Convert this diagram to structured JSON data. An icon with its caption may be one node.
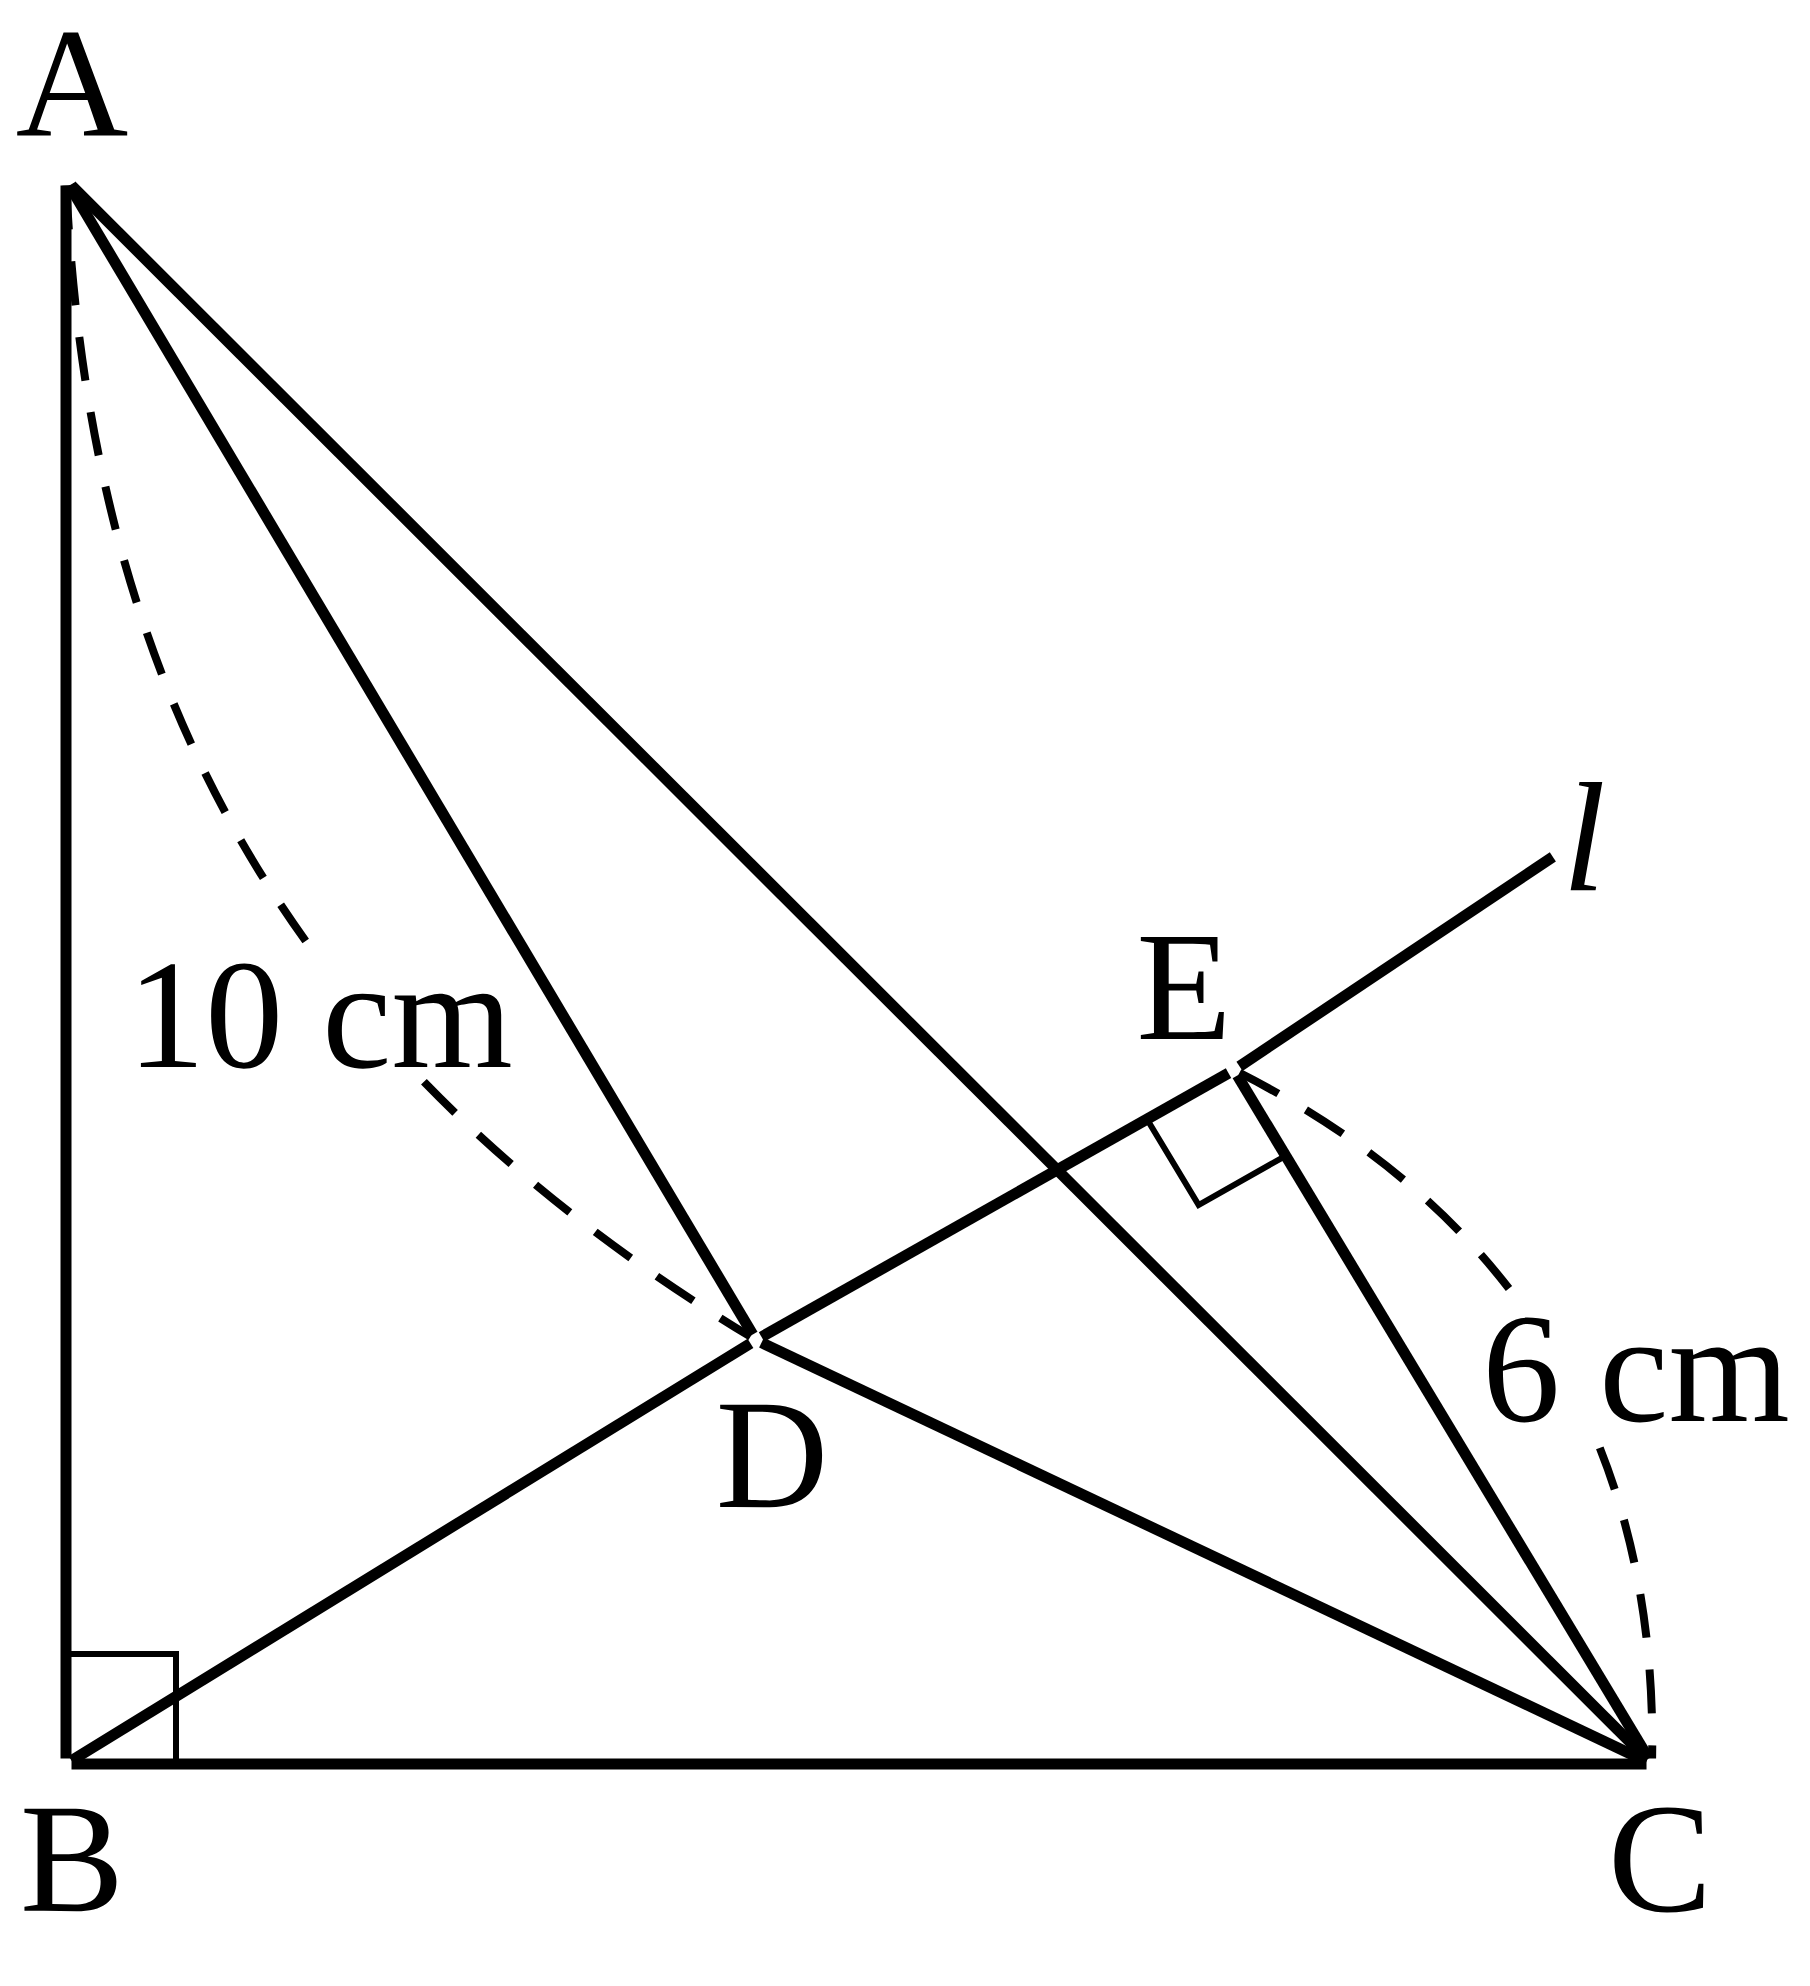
{
  "diagram": {
    "nodes": [
      {
        "text": [
          "A"
        ]
      },
      {
        "text": [
          "B"
        ]
      },
      {
        "text": [
          "C"
        ]
      },
      {
        "text": [
          "D"
        ]
      },
      {
        "text": [
          "E"
        ]
      },
      {
        "text": [
          "*l*"
        ]
      }
    ],
    "edges": [
      {
        "from": 0,
        "to": 1,
        "arrow": "none"
      },
      {
        "from": 1,
        "to": 2,
        "arrow": "none"
      },
      {
        "from": 0,
        "to": 2,
        "arrow": "none"
      },
      {
        "from": 0,
        "to": 3,
        "arrow": "none"
      },
      {
        "from": 3,
        "to": 2,
        "arrow": "none"
      },
      {
        "from": 4,
        "to": 2,
        "arrow": "none"
      },
      {
        "from": 1,
        "to": 3,
        "arrow": "none"
      },
      {
        "from": 3,
        "to": 4,
        "arrow": "none"
      },
      {
        "from": 4,
        "to": 5,
        "arrow": "none"
      },
      {
        "from": 0,
        "to": 3,
        "arrow": "none",
        "style": "dashed",
        "label": "10 cm"
      },
      {
        "from": 4,
        "to": 2,
        "arrow": "none",
        "style": "dashed",
        "label": "6 cm"
      }
    ]
  }
}
